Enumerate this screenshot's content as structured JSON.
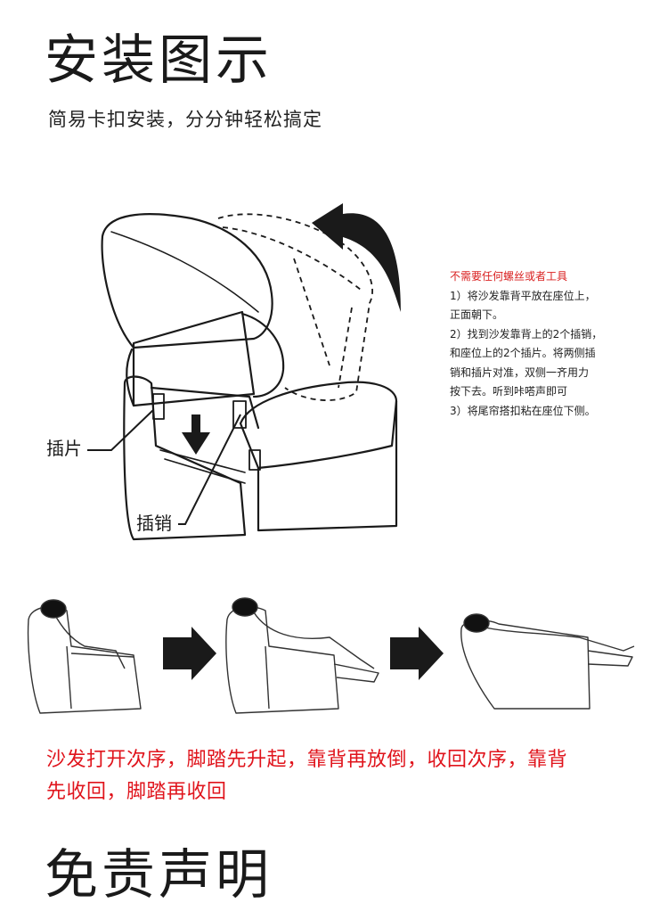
{
  "header": {
    "title": "安装图示",
    "subtitle": "简易卡扣安装，分分钟轻松搞定"
  },
  "diagram": {
    "label_insert_piece": "插片",
    "label_insert_pin": "插销"
  },
  "instructions": {
    "warning": "不需要任何螺丝或者工具",
    "lines": [
      "1）将沙发靠背平放在座位上，",
      "正面朝下。",
      "2）找到沙发靠背上的2个插销，",
      "和座位上的2个插片。将两侧插",
      "销和插片对准，双侧一齐用力",
      "按下去。听到咔嗒声即可",
      "3）将尾帘搭扣粘在座位下侧。"
    ]
  },
  "sequence_note": {
    "line1": "沙发打开次序，脚踏先升起，靠背再放倒，收回次序，靠背",
    "line2": "先收回，脚踏再收回"
  },
  "next_section": {
    "title": "免责声明"
  },
  "colors": {
    "text": "#1a1a1a",
    "warning": "#d91e1e",
    "note": "#e0141c"
  }
}
